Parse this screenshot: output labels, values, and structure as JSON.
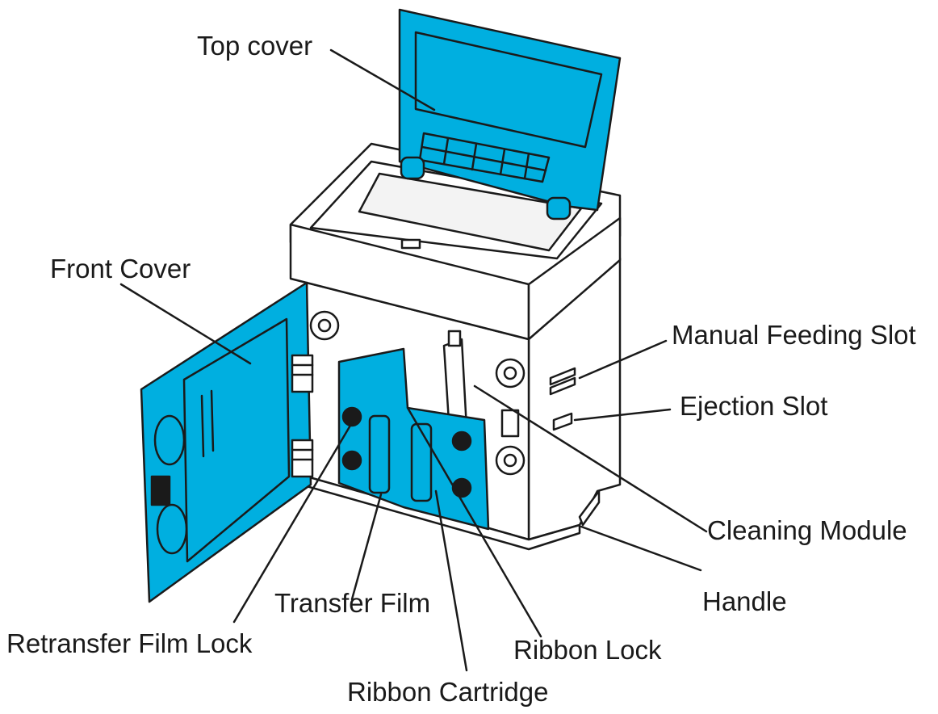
{
  "labels": {
    "top_cover": "Top cover",
    "front_cover": "Front Cover",
    "manual_feeding_slot": "Manual Feeding Slot",
    "ejection_slot": "Ejection Slot",
    "cleaning_module": "Cleaning Module",
    "handle": "Handle",
    "transfer_film": "Transfer Film",
    "retransfer_film_lock": "Retransfer Film Lock",
    "ribbon_lock": "Ribbon Lock",
    "ribbon_cartridge": "Ribbon Cartridge"
  },
  "colors": {
    "accent": "#00afe0",
    "line": "#1a1a1a",
    "body": "#ffffff"
  }
}
